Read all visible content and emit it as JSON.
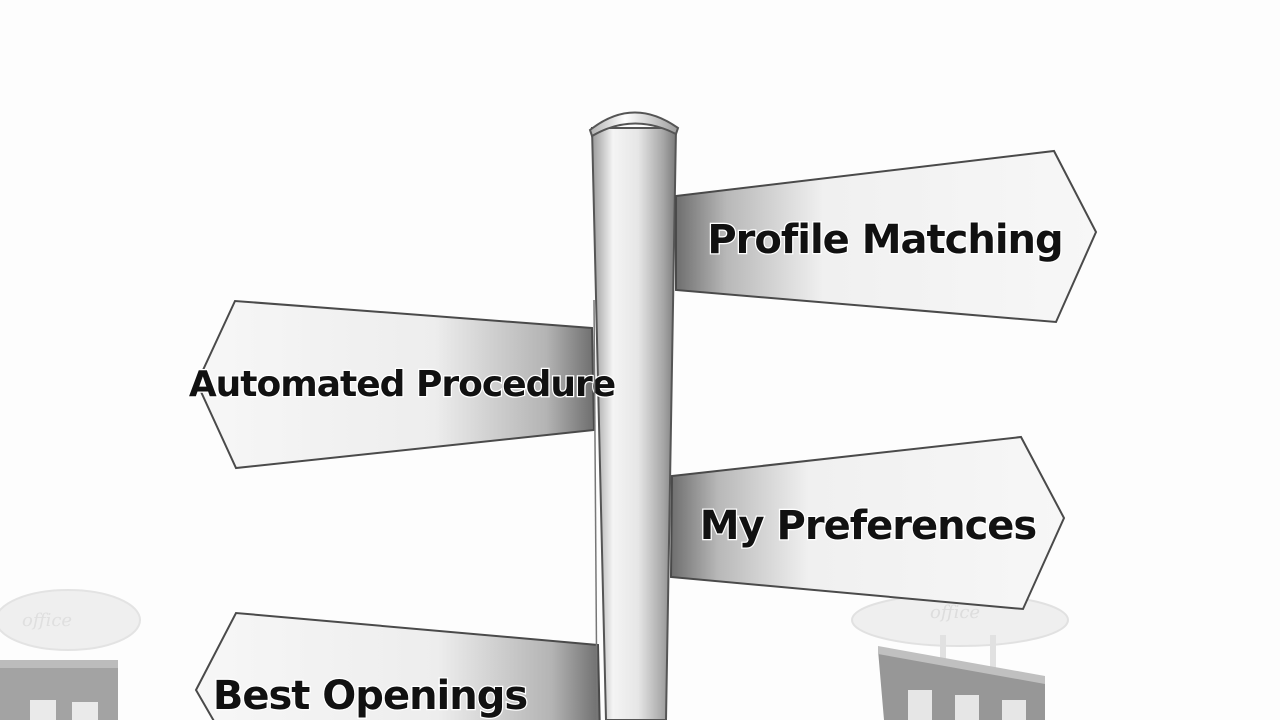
{
  "scene": {
    "background": "#fdfdfd",
    "signs": [
      {
        "id": "profile-matching",
        "label": "Profile Matching",
        "direction": "right"
      },
      {
        "id": "automated-procedure",
        "label": "Automated Procedure",
        "direction": "left"
      },
      {
        "id": "my-preferences",
        "label": "My Preferences",
        "direction": "right"
      },
      {
        "id": "best-openings",
        "label": "Best Openings",
        "direction": "left"
      }
    ],
    "decor": {
      "left_building_sign": "office",
      "right_building_sign": "office"
    }
  }
}
